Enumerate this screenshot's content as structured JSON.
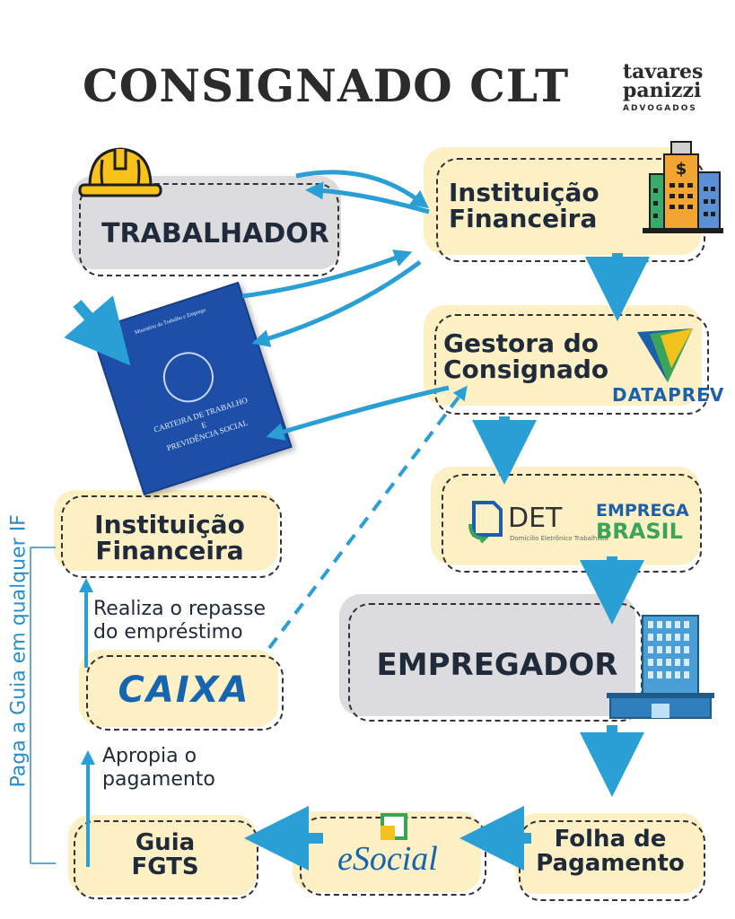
{
  "title": "CONSIGNADO CLT",
  "brand": {
    "line1": "tavares",
    "line2": "panizzi",
    "line3": "ADVOGADOS"
  },
  "nodes": {
    "trabalhador": "TRABALHADOR",
    "inst_fin_top_1": "Instituição",
    "inst_fin_top_2": "Financeira",
    "gestora_1": "Gestora do",
    "gestora_2": "Consignado",
    "dataprev": "DATAPREV",
    "det": "DET",
    "det_sub": "Domicílio Eletrônico Trabalhista",
    "emprega_1": "EMPREGA",
    "emprega_2": "BRASIL",
    "empregador": "EMPREGADOR",
    "inst_fin_left_1": "Instituição",
    "inst_fin_left_2": "Financeira",
    "caixa": "CAIXA",
    "guia_1": "Guia",
    "guia_2": "FGTS",
    "esocial": "eSocial",
    "folha_1": "Folha de",
    "folha_2": "Pagamento",
    "ctps_1": "CARTEIRA DE TRABALHO",
    "ctps_2": "E",
    "ctps_3": "PREVIDÊNCIA SOCIAL",
    "ctps_top": "Ministério do Trabalho e Emprego"
  },
  "notes": {
    "repasse_1": "Realiza o repasse",
    "repasse_2": "do empréstimo",
    "apropia_1": "Apropia o",
    "apropia_2": "pagamento",
    "side": "Paga a Guia em qualquer IF"
  },
  "colors": {
    "yellow": "#fdf0c4",
    "gray": "#dcdcdf",
    "blue": "#2a9fd6",
    "navy": "#1f2a3a"
  }
}
